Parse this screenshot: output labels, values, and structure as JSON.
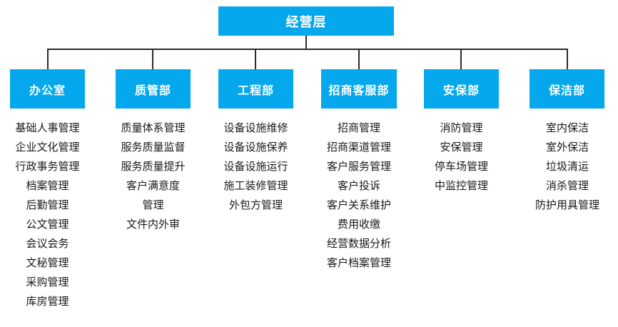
{
  "colors": {
    "accent": "#05a8ec",
    "line": "#2b2b2b",
    "box_text": "#ffffff",
    "item_text": "#1a1a1a",
    "background": "#ffffff"
  },
  "root": {
    "label": "经营层"
  },
  "departments": [
    {
      "label": "办公室",
      "items": [
        "基础人事管理",
        "企业文化管理",
        "行政事务管理",
        "档案管理",
        "后勤管理",
        "公文管理",
        "会议会务",
        "文秘管理",
        "采购管理",
        "库房管理"
      ]
    },
    {
      "label": "质管部",
      "items": [
        "质量体系管理",
        "服务质量监督",
        "服务质量提升",
        "客户满意度",
        "管理",
        "文件内外审"
      ]
    },
    {
      "label": "工程部",
      "items": [
        "设备设施维修",
        "设备设施保养",
        "设备设施运行",
        "施工装修管理",
        "外包方管理"
      ]
    },
    {
      "label": "招商客服部",
      "items": [
        "招商管理",
        "招商渠道管理",
        "客户服务管理",
        "客户投诉",
        "客户关系维护",
        "费用收缴",
        "经营数据分析",
        "客户档案管理"
      ]
    },
    {
      "label": "安保部",
      "items": [
        "消防管理",
        "安保管理",
        "停车场管理",
        "中监控管理"
      ]
    },
    {
      "label": "保洁部",
      "items": [
        "室内保洁",
        "室外保洁",
        "垃圾清运",
        "消杀管理",
        "防护用具管理"
      ]
    }
  ]
}
